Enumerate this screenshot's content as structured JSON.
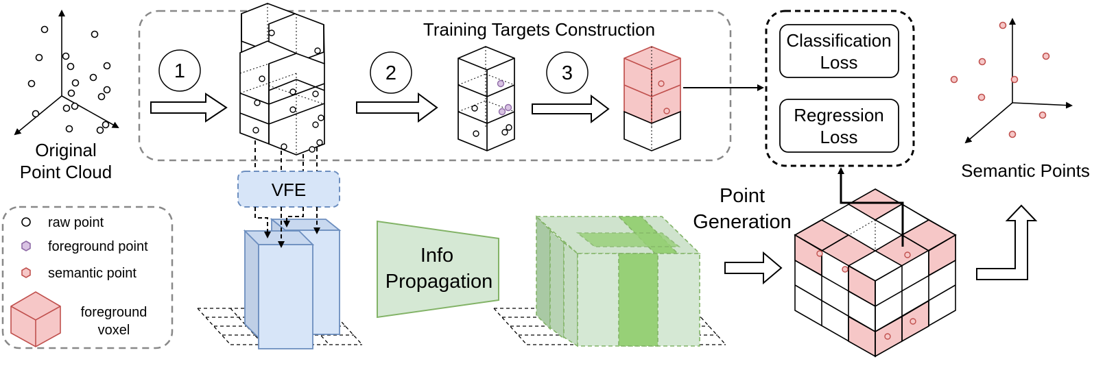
{
  "labels": {
    "original_cloud": [
      "Original",
      "Point Cloud"
    ],
    "semantic_points": "Semantic Points",
    "training_title": "Training Targets Construction",
    "vfe": "VFE",
    "info_propagation": [
      "Info",
      "Propagation"
    ],
    "point_generation": [
      "Point",
      "Generation"
    ],
    "classification_loss": [
      "Classification",
      "Loss"
    ],
    "regression_loss": [
      "Regression",
      "Loss"
    ]
  },
  "steps": [
    "1",
    "2",
    "3"
  ],
  "legend": {
    "raw_point": "raw point",
    "foreground_point": "foreground point",
    "semantic_point": "semantic point",
    "foreground_voxel": [
      "foreground",
      "voxel"
    ]
  },
  "colors": {
    "semantic_fill": "#f6c7c7",
    "semantic_stroke": "#c0504d",
    "foreground_point_fill": "#d9c3e3",
    "foreground_point_stroke": "#8e6aa6",
    "vfe_fill": "#d7e5f8",
    "vfe_stroke": "#6c8ebf",
    "green_fill": "#d5e8d4",
    "green_strong": "#97d077",
    "green_stroke": "#82b366"
  }
}
